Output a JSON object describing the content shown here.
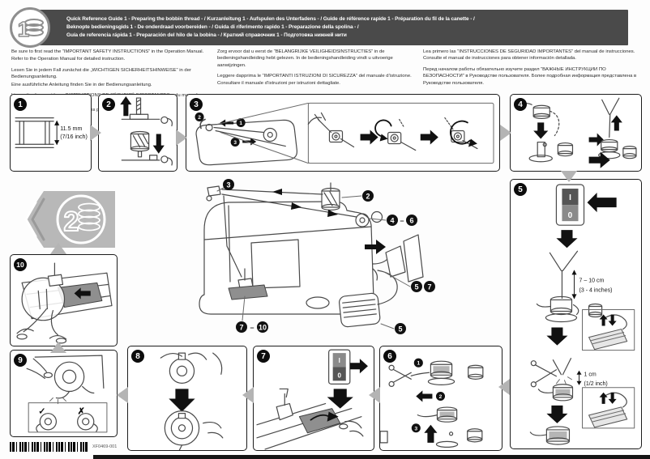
{
  "colors": {
    "header_bg": "#4a4a4a",
    "flow_arrow": "#b4b4b4",
    "dark_fill": "#8f8f8f"
  },
  "header": {
    "logo_number": "1",
    "title_lines": [
      "Quick Reference Guide 1 - Preparing the bobbin thread - / Kurzanleitung 1 - Aufspulen des Unterfadens - / Guide de référence rapide 1 - Préparation du fil de la canette - /",
      "Beknopte bedieningsgids 1 - De onderdraad voorbereiden - / Guida di riferimento rapido 1 - Preparazione della spolina - /",
      "Guía de referencia rápida 1 - Preparación del hilo de la bobina - / Краткий справочник 1 - Подготовка нижней нити"
    ]
  },
  "intro": {
    "col1": [
      "Be sure to first read the “IMPORTANT SAFETY INSTRUCTIONS” in the Operation Manual.",
      "Refer to the Operation Manual for detailed instruction.",
      "Lesen Sie in jedem Fall zunächst die „WICHTIGEN SICHERHEITSHINWEISE“ in der Bedienungsanleitung.",
      "Eine ausführliche Anleitung finden Sie in der Bedienungsanleitung.",
      "Lisez attentivement les « INSTRUCTIONS DE SÉCURITÉ IMPORTANTES » du manuel d’instructions.",
      "Reportez-vous au manuel d’instructions pour des informations détaillées."
    ],
    "col2": [
      "Zorg ervoor dat u eerst de “BELANGRIJKE VEILIGHEIDSINSTRUCTIES” in de bedieningshandleiding hebt gelezen. In de bedieningshandleiding vindt u uitvoerige aanwijzingen.",
      "Leggere dapprima le “IMPORTANTI ISTRUZIONI DI SICUREZZA” del manuale d’istruzione. Consultare il manuale d’istruzioni per istruzioni dettagliate."
    ],
    "col3": [
      "Lea primero las “INSTRUCCIONES DE SEGURIDAD IMPORTANTES” del manual de instrucciones. Consulte el manual de instrucciones para obtener información detallada.",
      "Перед началом работы обязательно изучите раздел “ВАЖНЫЕ ИНСТРУКЦИИ ПО БЕЗОПАСНОСТИ” в Руководстве пользователя. Более подробная информация представлена в Руководстве пользователя."
    ]
  },
  "panels": {
    "p1": {
      "num": "1",
      "dim_value": "11.5 mm",
      "dim_alt": "(7/16 inch)"
    },
    "p2": {
      "num": "2"
    },
    "p3": {
      "num": "3",
      "sub1": "1",
      "sub2": "2",
      "sub3": "3"
    },
    "p4": {
      "num": "4"
    },
    "p5": {
      "num": "5",
      "switch_on": "I",
      "switch_off": "0",
      "dim1_value": "7 – 10 cm",
      "dim1_alt": "(3 - 4 inches)",
      "dim2_value": "1 cm",
      "dim2_alt": "(1/2 inch)"
    },
    "p6": {
      "num": "6",
      "sub1": "1",
      "sub2": "2",
      "sub3": "3"
    },
    "p7": {
      "num": "7",
      "switch_on": "I",
      "switch_off": "0"
    },
    "p8": {
      "num": "8"
    },
    "p9": {
      "num": "9",
      "correct_mark": "✓",
      "wrong_mark": "✗"
    },
    "p10": {
      "num": "10"
    }
  },
  "diagram": {
    "dash": "–",
    "callouts": {
      "spool": "2",
      "guide": "3",
      "winder_from": "4",
      "winder_to": "6",
      "power_a": "5",
      "power_b": "7",
      "plate_from": "7",
      "plate_to": "10",
      "pedal": "5"
    }
  },
  "nav": {
    "guide2_number": "2"
  },
  "footer": {
    "part_number": "XF0469-001"
  }
}
